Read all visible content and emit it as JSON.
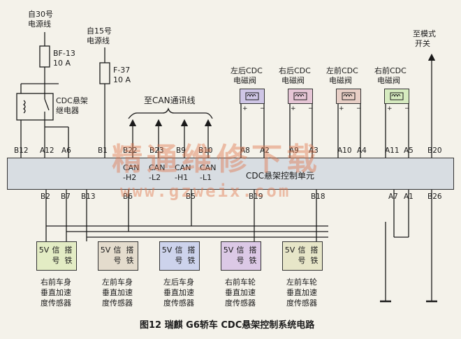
{
  "title": "图12 瑞麒 G6轿车 CDC悬架控制系统电路",
  "unit_label": "CDC悬架控制单元",
  "power30": {
    "line1": "自30号",
    "line2": "电源线",
    "fuse1": "BF-13",
    "fuse2": "10 A"
  },
  "power15": {
    "line1": "自15号",
    "line2": "电源线",
    "fuse1": "F-37",
    "fuse2": "10 A"
  },
  "relay": {
    "line1": "CDC悬架",
    "line2": "继电器"
  },
  "can_title": "至CAN通讯线",
  "can_labels": [
    {
      "top": "CAN",
      "bottom": "-H2"
    },
    {
      "top": "CAN",
      "bottom": "-L2"
    },
    {
      "top": "CAN",
      "bottom": "-H1"
    },
    {
      "top": "CAN",
      "bottom": "-L1"
    }
  ],
  "mode_switch": {
    "line1": "至模式",
    "line2": "开关"
  },
  "valves": [
    {
      "line1": "左后CDC",
      "line2": "电磁阀",
      "color": "#cfc6e6"
    },
    {
      "line1": "右后CDC",
      "line2": "电磁阀",
      "color": "#e6c6d6"
    },
    {
      "line1": "左前CDC",
      "line2": "电磁阀",
      "color": "#e8cfc6"
    },
    {
      "line1": "右前CDC",
      "line2": "电磁阀",
      "color": "#d6ebc0"
    }
  ],
  "valve_plus": "+",
  "valve_minus": "−",
  "top_pins": [
    "B12",
    "A12",
    "A6",
    "B1",
    "B22",
    "B23",
    "B9",
    "B10",
    "A8",
    "A2",
    "A9",
    "A3",
    "A10",
    "A4",
    "A11",
    "A5",
    "B20"
  ],
  "bottom_pins": [
    "B2",
    "B7",
    "B13",
    "B6",
    "B5",
    "B19",
    "B18",
    "A7",
    "A1",
    "B26"
  ],
  "sensor_cells": [
    "5V",
    "信号",
    "搭铁"
  ],
  "sensors": [
    {
      "name1": "右前车身",
      "name2": "垂直加速",
      "name3": "度传感器",
      "color": "#e3ecc4"
    },
    {
      "name1": "左前车身",
      "name2": "垂直加速",
      "name3": "度传感器",
      "color": "#e4dccd"
    },
    {
      "name1": "左后车身",
      "name2": "垂直加速",
      "name3": "度传感器",
      "color": "#cdd3ec"
    },
    {
      "name1": "右前车轮",
      "name2": "垂直加速",
      "name3": "度传感器",
      "color": "#dcc9e6"
    },
    {
      "name1": "左前车轮",
      "name2": "垂直加速",
      "name3": "度传感器",
      "color": "#e7e6c8"
    }
  ],
  "watermark": {
    "line1": "精通维修下载",
    "line2": "www.gzweix.com"
  }
}
